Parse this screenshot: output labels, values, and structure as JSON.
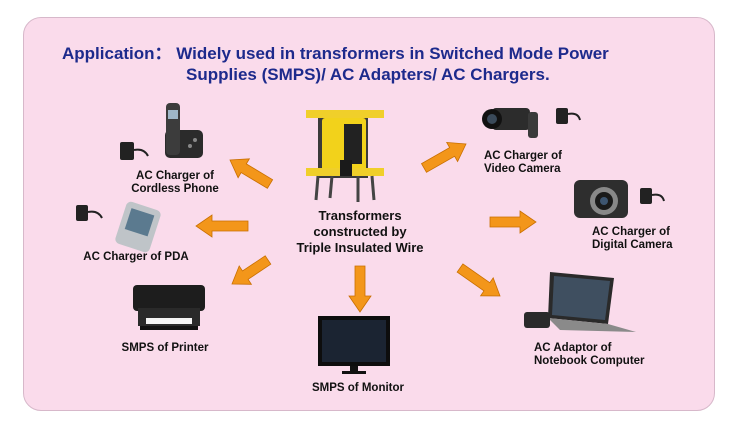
{
  "title": {
    "line1": "Application： Widely used in transformers in Switched Mode Power",
    "line2": "Supplies (SMPS)/ AC Adapters/ AC Chargers."
  },
  "center": {
    "line1": "Transformers",
    "line2": "constructed by",
    "line3": "Triple Insulated Wire"
  },
  "labels": {
    "cordless_phone": [
      "AC Charger of",
      "Cordless Phone"
    ],
    "pda": [
      "AC Charger of PDA"
    ],
    "printer": [
      "SMPS of Printer"
    ],
    "monitor": [
      "SMPS of Monitor"
    ],
    "video_camera": [
      "AC Charger of",
      "Video Camera"
    ],
    "digital_camera": [
      "AC Charger of",
      "Digital Camera"
    ],
    "notebook": [
      "AC Adaptor of",
      "Notebook Computer"
    ]
  },
  "colors": {
    "background": "#fadbeb",
    "title": "#1d2a8c",
    "arrow": "#f3961a",
    "transformer_bobbin": "#f2d21b"
  }
}
